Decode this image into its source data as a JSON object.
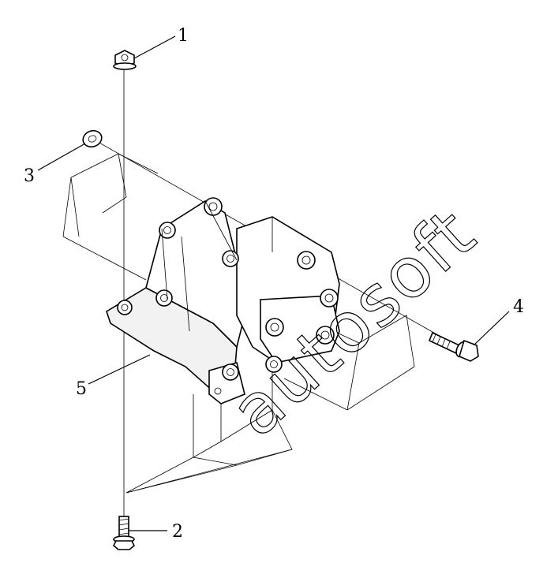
{
  "diagram": {
    "callouts": [
      {
        "id": "1",
        "label": "1"
      },
      {
        "id": "2",
        "label": "2"
      },
      {
        "id": "3",
        "label": "3"
      },
      {
        "id": "4",
        "label": "4"
      },
      {
        "id": "5",
        "label": "5"
      }
    ],
    "watermark": "autosoft"
  }
}
